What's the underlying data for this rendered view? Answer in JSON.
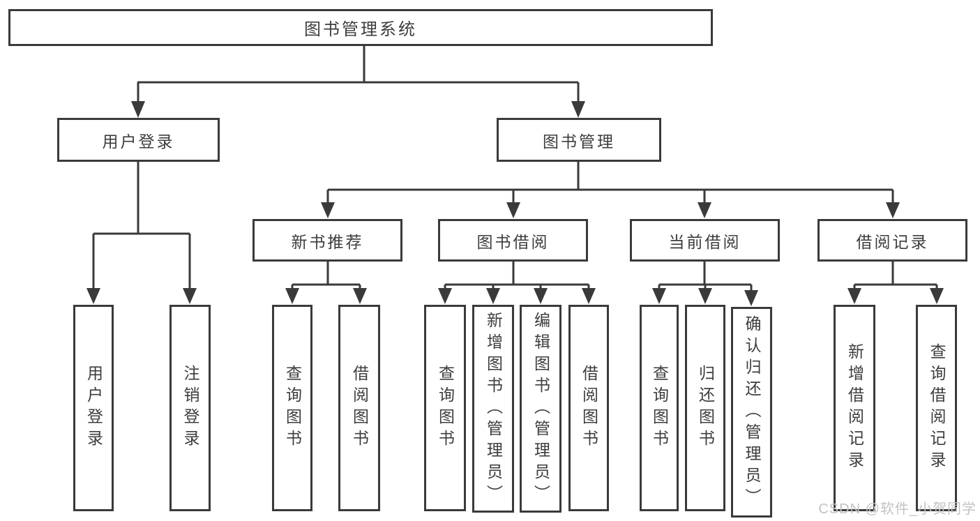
{
  "colors": {
    "line": "#3a3a3a",
    "text": "#3d3d3d",
    "box_border": "#3a3a3a",
    "background": "#ffffff",
    "watermark": "#c3c3c3"
  },
  "watermark": "CSDN @软件_小贺同学",
  "diagram": {
    "root": {
      "label": "图书管理系统"
    },
    "branches": [
      {
        "label": "用户登录",
        "children": [
          {
            "label": "用户登录"
          },
          {
            "label": "注销登录"
          }
        ]
      },
      {
        "label": "图书管理",
        "children": [
          {
            "label": "新书推荐",
            "children": [
              {
                "label": "查询图书"
              },
              {
                "label": "借阅图书"
              }
            ]
          },
          {
            "label": "图书借阅",
            "children": [
              {
                "label": "查询图书"
              },
              {
                "label": "新增图书（管理员）"
              },
              {
                "label": "编辑图书（管理员）"
              },
              {
                "label": "借阅图书"
              }
            ]
          },
          {
            "label": "当前借阅",
            "children": [
              {
                "label": "查询图书"
              },
              {
                "label": "归还图书"
              },
              {
                "label": "确认归还（管理员）"
              }
            ]
          },
          {
            "label": "借阅记录",
            "children": [
              {
                "label": "新增借阅记录"
              },
              {
                "label": "查询借阅记录"
              }
            ]
          }
        ]
      }
    ]
  }
}
